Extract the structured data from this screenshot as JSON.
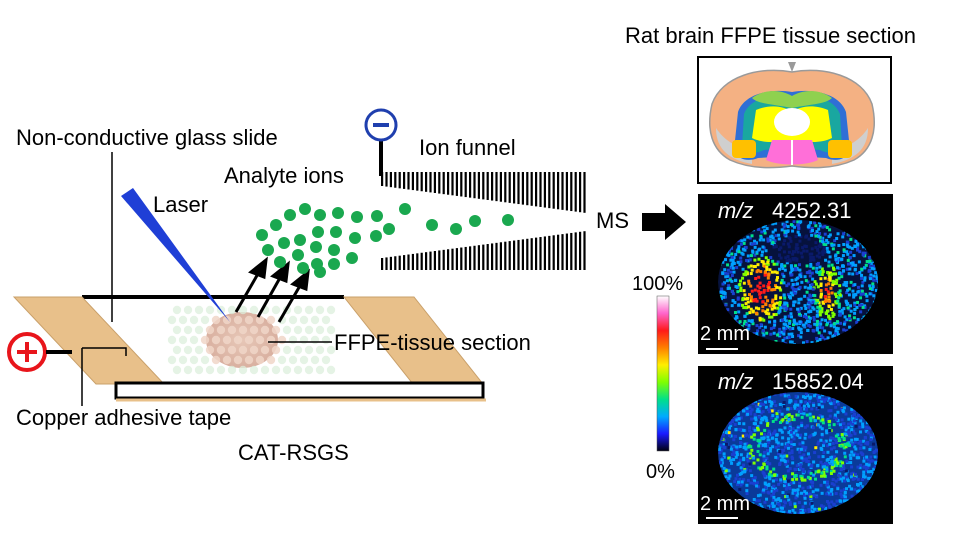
{
  "labels": {
    "glass_slide": "Non-conductive glass slide",
    "analyte_ions": "Analyte ions",
    "ion_funnel": "Ion funnel",
    "laser": "Laser",
    "tissue_section": "FFPE-tissue section",
    "copper_tape": "Copper adhesive tape",
    "device_name": "CAT-RSGS",
    "ms": "MS",
    "brain_title": "Rat brain FFPE tissue section"
  },
  "electrodes": {
    "positive_symbol": "+",
    "negative_symbol": "−",
    "positive_color": "#e8151b",
    "negative_color": "#1f3fae"
  },
  "colorbar": {
    "max_label": "100%",
    "min_label": "0%",
    "colors": [
      "#000010",
      "#1a1aff",
      "#00aaff",
      "#00e08a",
      "#7fff00",
      "#ffee00",
      "#ff7f00",
      "#ff1a1a",
      "#ff66cc",
      "#ffffff"
    ]
  },
  "ion_images": [
    {
      "mz_prefix": "m/z",
      "mz_value": "4252.31",
      "scale_label": "2 mm"
    },
    {
      "mz_prefix": "m/z",
      "mz_value": "15852.04",
      "scale_label": "2 mm"
    }
  ],
  "colors": {
    "tape": "#e8c08a",
    "ions": "#1aa84f",
    "laser": "#1f3fd6",
    "atlas_yellow": "#ffff00",
    "atlas_green": "#8fd14f",
    "atlas_teal": "#19a7a0",
    "atlas_blue": "#2f6fd6",
    "atlas_pink": "#ff6fd8",
    "atlas_orange": "#ffc000",
    "atlas_cortex": "#f4b183"
  }
}
